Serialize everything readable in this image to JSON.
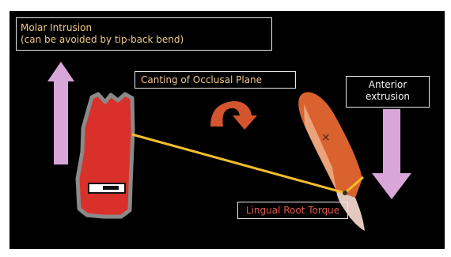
{
  "labels": {
    "molar_intrusion": {
      "line1": "Molar Intrusion",
      "line2": "(can be avoided by tip-back bend)"
    },
    "canting": "Canting of Occlusal Plane",
    "anterior_extrusion": {
      "line1": "Anterior",
      "line2": "extrusion"
    },
    "lingual_root_torque": "Lingual Root Torque",
    "center_mark": "×"
  },
  "colors": {
    "background": "#000000",
    "arrow_pink": "#d8a6d8",
    "molar_fill": "#d9302a",
    "molar_outline": "#8a8a8a",
    "incisor_fill": "#d9622e",
    "incisor_root": "#eca37a",
    "crown_light": "#e2c8be",
    "wire": "#f3bd2e",
    "rotation_arrow": "#d4552d",
    "label_warm": "#f0c987",
    "label_white": "#f3f3f3",
    "label_red": "#e05a4a"
  },
  "icons": [
    "up-arrow-icon",
    "down-arrow-icon",
    "curved-rotation-arrow-icon"
  ]
}
